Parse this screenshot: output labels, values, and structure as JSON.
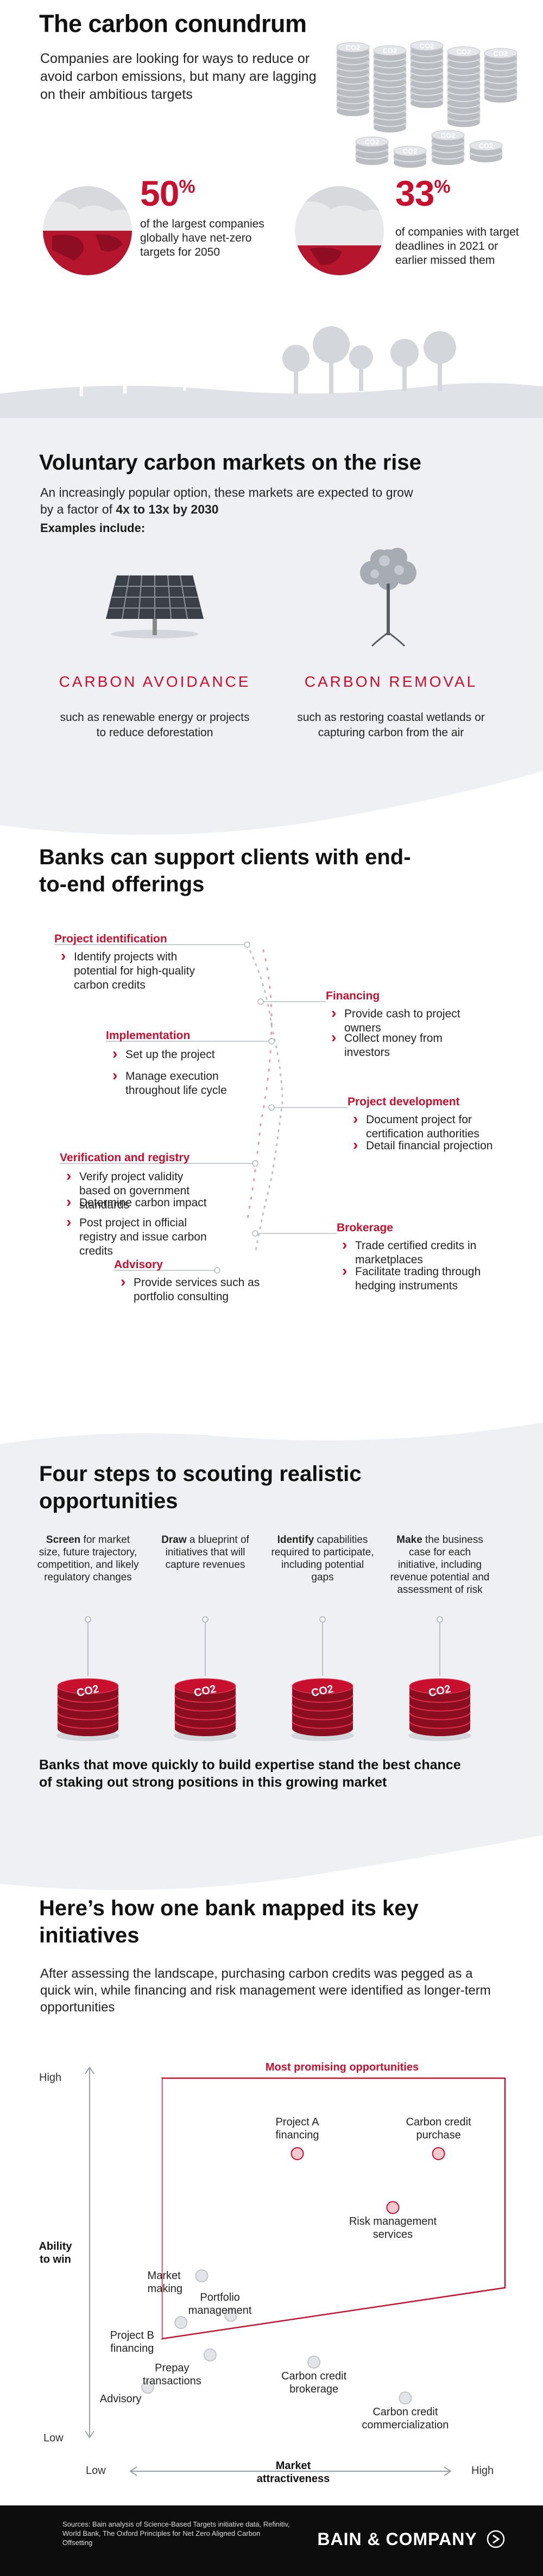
{
  "section1": {
    "title": "The carbon conundrum",
    "intro": "Companies are looking for ways to reduce or avoid carbon emissions, but many are lagging on their ambitious targets",
    "stat1": {
      "value": "50",
      "unit": "%",
      "text": "of the largest companies globally have net-zero targets for 2050"
    },
    "stat2": {
      "value": "33",
      "unit": "%",
      "text": "of companies with target deadlines in 2021 or earlier missed them"
    },
    "coin_label": "CO2"
  },
  "section2": {
    "title": "Voluntary carbon markets on the rise",
    "intro_pre": "An increasingly popular option, these markets are expected to grow by a factor of ",
    "intro_bold": "4x to 13x by 2030",
    "examples": "Examples include:",
    "avoidance": {
      "label": "CARBON AVOIDANCE",
      "desc": "such as renewable energy or projects to reduce deforestation"
    },
    "removal": {
      "label": "CARBON REMOVAL",
      "desc": "such as restoring coastal wetlands or capturing carbon from the air"
    }
  },
  "section3": {
    "title": "Banks can support clients with end-to-end offerings",
    "steps": [
      {
        "title": "Project identification",
        "items": [
          "Identify projects with potential for high-quality carbon credits"
        ]
      },
      {
        "title": "Financing",
        "items": [
          "Provide cash to project owners",
          "Collect money from investors"
        ]
      },
      {
        "title": "Implementation",
        "items": [
          "Set up the project",
          "Manage execution throughout life cycle"
        ]
      },
      {
        "title": "Project development",
        "items": [
          "Document project for certification authorities",
          "Detail financial projection"
        ]
      },
      {
        "title": "Verification and registry",
        "items": [
          "Verify project validity based on government standards",
          "Determine carbon impact",
          "Post project in official registry and issue carbon credits"
        ]
      },
      {
        "title": "Brokerage",
        "items": [
          "Trade certified credits in marketplaces",
          "Facilitate trading through hedging instruments"
        ]
      },
      {
        "title": "Advisory",
        "items": [
          "Provide services such as portfolio consulting"
        ]
      }
    ]
  },
  "section4": {
    "title": "Four steps to scouting realistic opportunities",
    "steps": [
      {
        "bold": "Screen",
        "rest": " for market size, future trajectory, competition, and likely regulatory changes"
      },
      {
        "bold": "Draw",
        "rest": " a blueprint of initiatives that will capture revenues"
      },
      {
        "bold": "Identify",
        "rest": " capabilities required to participate, including potential gaps"
      },
      {
        "bold": "Make",
        "rest": " the business case for each initiative, including revenue potential and assessment of risk"
      }
    ],
    "coin_label": "CO2",
    "closing": "Banks that move quickly to build expertise stand the best chance of staking out strong positions in this growing market"
  },
  "section5": {
    "title": "Here’s how one bank mapped its key initiatives",
    "intro": "After assessing the landscape, purchasing carbon credits was pegged as a quick win, while financing and risk management were identified as longer-term opportunities",
    "chart_data": {
      "type": "scatter",
      "title": "",
      "region_label": "Most promising opportunities",
      "xlabel": "Market attractiveness",
      "ylabel": "Ability to win",
      "x_ticks": [
        "Low",
        "High"
      ],
      "y_ticks": [
        "High",
        "Low"
      ],
      "xlim": [
        0,
        10
      ],
      "ylim": [
        0,
        10
      ],
      "points": [
        {
          "label": "Project A financing",
          "x": 5.0,
          "y": 7.9,
          "promising": true
        },
        {
          "label": "Carbon credit purchase",
          "x": 8.4,
          "y": 7.9,
          "promising": true
        },
        {
          "label": "Risk management services",
          "x": 7.3,
          "y": 6.4,
          "promising": true
        },
        {
          "label": "Market making",
          "x": 2.7,
          "y": 4.5,
          "promising": false
        },
        {
          "label": "Project B financing",
          "x": 2.2,
          "y": 3.2,
          "promising": false
        },
        {
          "label": "Portfolio management",
          "x": 3.4,
          "y": 3.4,
          "promising": false
        },
        {
          "label": "Prepay transactions",
          "x": 2.9,
          "y": 2.3,
          "promising": false
        },
        {
          "label": "Carbon credit brokerage",
          "x": 5.4,
          "y": 2.1,
          "promising": false
        },
        {
          "label": "Advisory",
          "x": 1.4,
          "y": 1.4,
          "promising": false
        },
        {
          "label": "Carbon credit commercialization",
          "x": 7.6,
          "y": 1.1,
          "promising": false
        }
      ]
    }
  },
  "footer": {
    "sources": "Sources: Bain analysis of Science-Based Targets initiative data, Refinitiv, World Bank, The Oxford Principles for Net Zero Aligned Carbon Offsetting",
    "brand": "BAIN & COMPANY"
  }
}
